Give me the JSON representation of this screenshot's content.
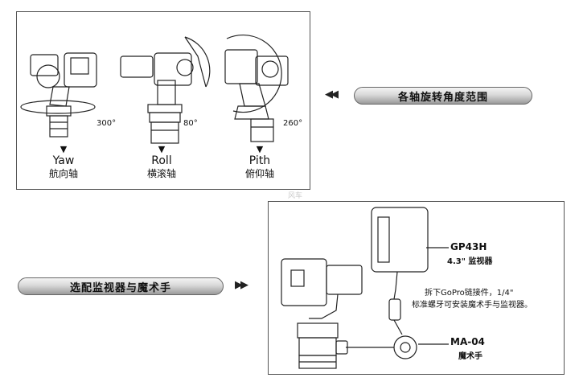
{
  "top_panel": {
    "header": "各轴旋转角度范围",
    "axes": [
      {
        "en": "Yaw",
        "cn": "航向轴",
        "degrees": "300°"
      },
      {
        "en": "Roll",
        "cn": "横滚轴",
        "degrees": "80°"
      },
      {
        "en": "Pith",
        "cn": "俯仰轴",
        "degrees": "260°"
      }
    ]
  },
  "bottom_panel": {
    "header": "选配监视器与魔术手",
    "monitor": {
      "model": "GP43H",
      "desc": "4.3\" 监视器"
    },
    "note": {
      "line1": "拆下GoPro链接件，1/4\"",
      "line2": "标准螺牙可安装魔术手与监视器。"
    },
    "magic_arm": {
      "model": "MA-04",
      "desc": "魔术手"
    }
  },
  "arrows": {
    "left": "◀◀",
    "right": "▶▶",
    "down": "▼"
  },
  "watermark": "风车"
}
